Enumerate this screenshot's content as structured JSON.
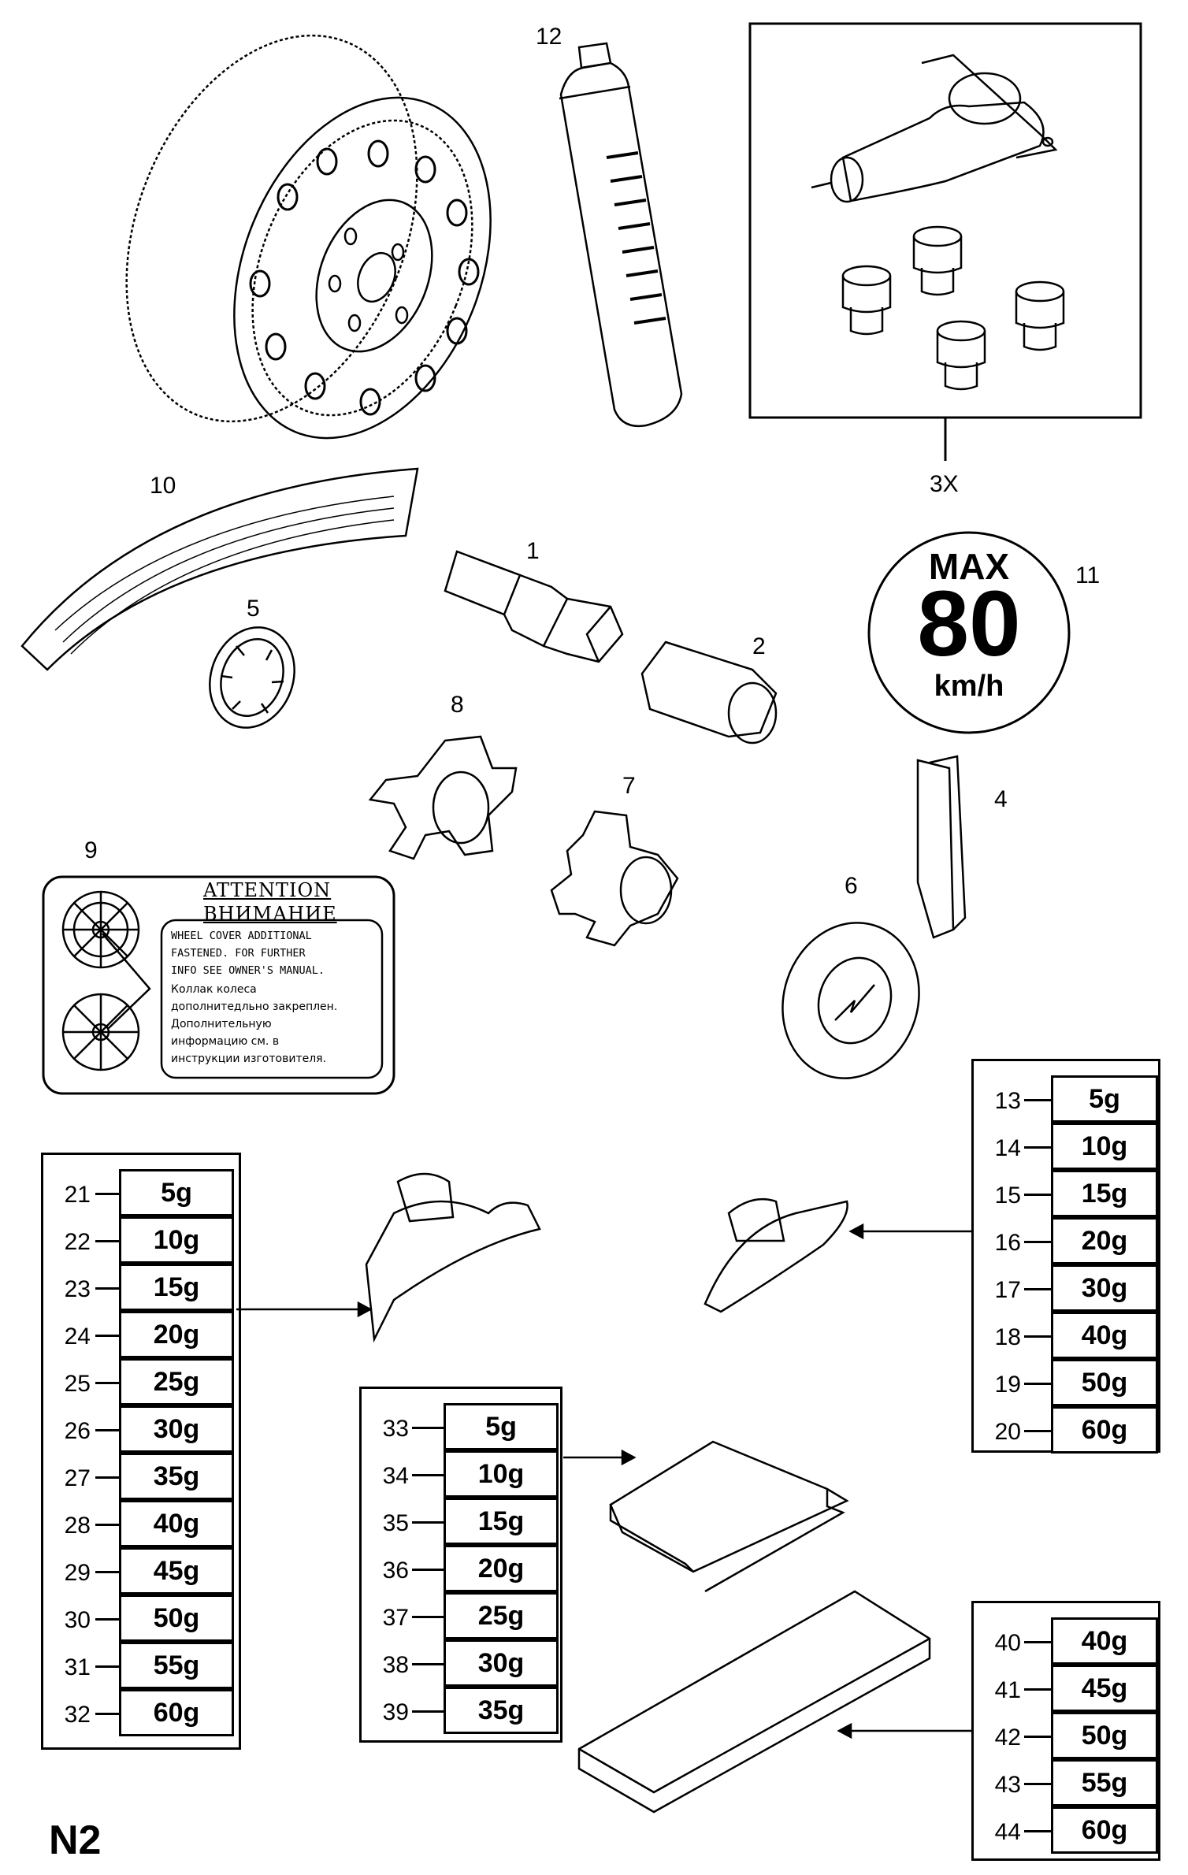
{
  "page_code": "N2",
  "callouts": {
    "wheel_lock_count": "3X",
    "c1": "1",
    "c2": "2",
    "c4": "4",
    "c5": "5",
    "c6": "6",
    "c7": "7",
    "c8": "8",
    "c9": "9",
    "c10": "10",
    "c11": "11",
    "c12": "12"
  },
  "speed_sign": {
    "max": "MAX",
    "value": "80",
    "unit": "km/h"
  },
  "attention_label": {
    "title_en": "ATTENTION",
    "title_ru": "ВНИМАНИЕ",
    "lines": [
      "WHEEL COVER ADDITIONAL",
      "FASTENED. FOR FURTHER",
      "INFO SEE OWNER'S MANUAL.",
      "Коллак колеса",
      "дополнитедльно закреплен.",
      "Дополнительную",
      "информацию см. в",
      "инструкции изготовителя."
    ]
  },
  "weight_tables": {
    "clip_on_left": [
      {
        "num": "21",
        "weight": "5g"
      },
      {
        "num": "22",
        "weight": "10g"
      },
      {
        "num": "23",
        "weight": "15g"
      },
      {
        "num": "24",
        "weight": "20g"
      },
      {
        "num": "25",
        "weight": "25g"
      },
      {
        "num": "26",
        "weight": "30g"
      },
      {
        "num": "27",
        "weight": "35g"
      },
      {
        "num": "28",
        "weight": "40g"
      },
      {
        "num": "29",
        "weight": "45g"
      },
      {
        "num": "30",
        "weight": "50g"
      },
      {
        "num": "31",
        "weight": "55g"
      },
      {
        "num": "32",
        "weight": "60g"
      }
    ],
    "clip_on_right": [
      {
        "num": "13",
        "weight": "5g"
      },
      {
        "num": "14",
        "weight": "10g"
      },
      {
        "num": "15",
        "weight": "15g"
      },
      {
        "num": "16",
        "weight": "20g"
      },
      {
        "num": "17",
        "weight": "30g"
      },
      {
        "num": "18",
        "weight": "40g"
      },
      {
        "num": "19",
        "weight": "50g"
      },
      {
        "num": "20",
        "weight": "60g"
      }
    ],
    "adhesive_small": [
      {
        "num": "33",
        "weight": "5g"
      },
      {
        "num": "34",
        "weight": "10g"
      },
      {
        "num": "35",
        "weight": "15g"
      },
      {
        "num": "36",
        "weight": "20g"
      },
      {
        "num": "37",
        "weight": "25g"
      },
      {
        "num": "38",
        "weight": "30g"
      },
      {
        "num": "39",
        "weight": "35g"
      }
    ],
    "adhesive_large": [
      {
        "num": "40",
        "weight": "40g"
      },
      {
        "num": "41",
        "weight": "45g"
      },
      {
        "num": "42",
        "weight": "50g"
      },
      {
        "num": "43",
        "weight": "55g"
      },
      {
        "num": "44",
        "weight": "60g"
      }
    ]
  }
}
